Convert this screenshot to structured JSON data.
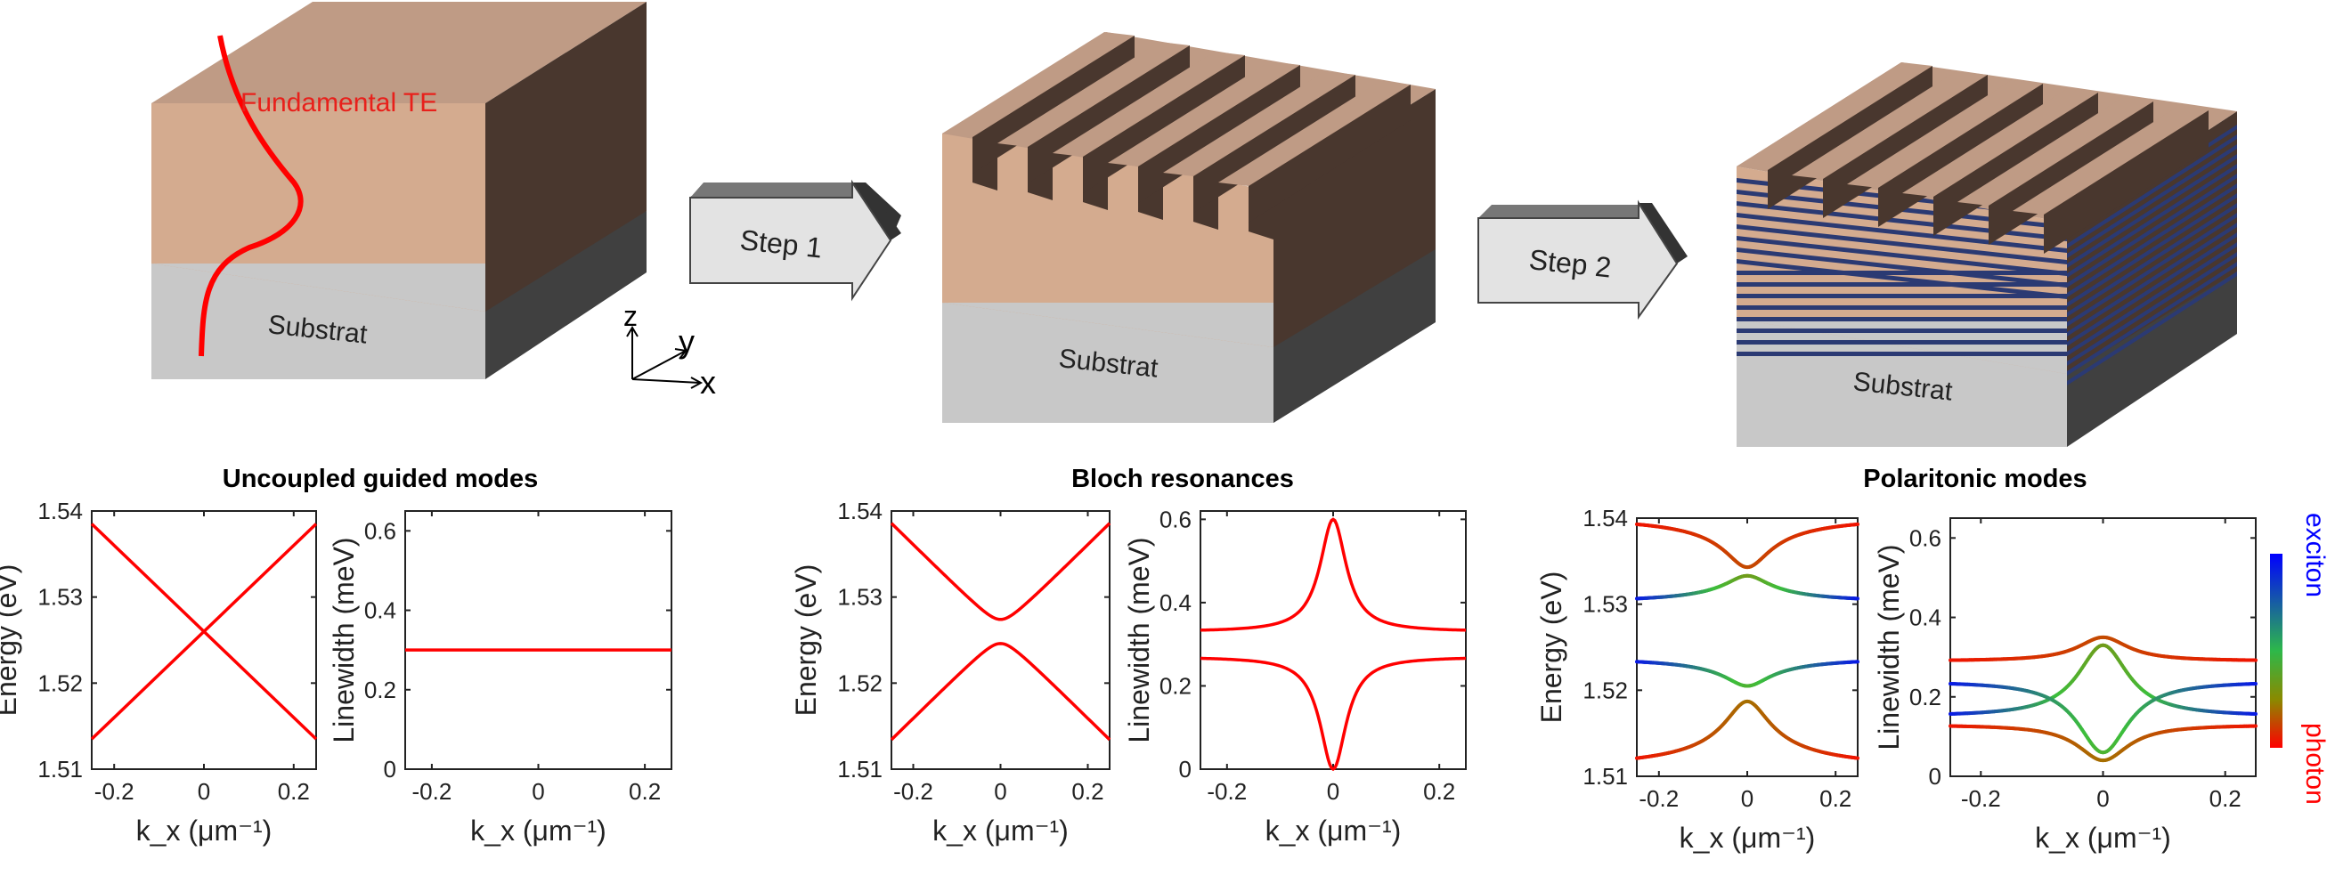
{
  "colors": {
    "slab_top": "#bf9b85",
    "slab_front": "#d4ab8f",
    "slab_side": "#49372e",
    "substrate_front": "#c8c8c8",
    "substrate_side": "#404040",
    "quantum_well": "#2b3a73",
    "arrow_face": "#e3e3e3",
    "arrow_top": "#777777",
    "arrow_side": "#333333",
    "mode_line": "#ff0000",
    "exciton": "#0000ff",
    "photon": "#ff0000"
  },
  "schematic": {
    "mode_label": "Fundamental TE",
    "substrate_label": "Substrat",
    "step1_label": "Step 1",
    "step2_label": "Step 2",
    "axis_z": "z",
    "axis_y": "y",
    "axis_x": "x"
  },
  "chart_data": [
    {
      "type": "line",
      "panel": "uncoupled-energy",
      "title": "Uncoupled  guided modes",
      "xlabel": "k_x (μm⁻¹)",
      "ylabel": "Energy (eV)",
      "xlim": [
        -0.25,
        0.25
      ],
      "ylim": [
        1.51,
        1.54
      ],
      "xticks": [
        "-0.2",
        "0",
        "0.2"
      ],
      "yticks": [
        "1.51",
        "1.52",
        "1.53",
        "1.54"
      ],
      "series": [
        {
          "kind": "uncoupled-upper",
          "x": [
            -0.25,
            0.25
          ],
          "y": [
            1.5135,
            1.5385
          ]
        },
        {
          "kind": "uncoupled-lower",
          "x": [
            -0.25,
            0.25
          ],
          "y": [
            1.5385,
            1.5135
          ]
        }
      ]
    },
    {
      "type": "line",
      "panel": "uncoupled-linewidth",
      "xlabel": "k_x (μm⁻¹)",
      "ylabel": "Linewidth (meV)",
      "xlim": [
        -0.25,
        0.25
      ],
      "ylim": [
        0,
        0.65
      ],
      "xticks": [
        "-0.2",
        "0",
        "0.2"
      ],
      "yticks": [
        "0",
        "0.2",
        "0.4",
        "0.6"
      ],
      "series": [
        {
          "kind": "flat",
          "x": [
            -0.25,
            0.25
          ],
          "y": [
            0.3,
            0.3
          ]
        }
      ]
    },
    {
      "type": "line",
      "panel": "bloch-energy",
      "title": "Bloch resonances",
      "xlabel": "k_x (μm⁻¹)",
      "ylabel": "Energy (eV)",
      "xlim": [
        -0.25,
        0.25
      ],
      "ylim": [
        1.51,
        1.54
      ],
      "xticks": [
        "-0.2",
        "0",
        "0.2"
      ],
      "yticks": [
        "1.51",
        "1.52",
        "1.53",
        "1.54"
      ],
      "series": [
        {
          "kind": "upper-branch",
          "center": 1.526,
          "slope": 0.05,
          "gap": 0.0014
        },
        {
          "kind": "lower-branch",
          "center": 1.526,
          "slope": 0.05,
          "gap": 0.0014
        }
      ]
    },
    {
      "type": "line",
      "panel": "bloch-linewidth",
      "xlabel": "k_x (μm⁻¹)",
      "ylabel": "Linewidth (meV)",
      "xlim": [
        -0.25,
        0.25
      ],
      "ylim": [
        0,
        0.62
      ],
      "xticks": [
        "-0.2",
        "0",
        "0.2"
      ],
      "yticks": [
        "0",
        "0.2",
        "0.4",
        "0.6"
      ],
      "series": [
        {
          "kind": "bright-mode",
          "peak": 0.6,
          "far": 0.33
        },
        {
          "kind": "dark-mode",
          "peak": 0.0,
          "far": 0.27
        }
      ]
    },
    {
      "type": "line",
      "panel": "polariton-energy",
      "title": "Polaritonic modes",
      "xlabel": "k_x (μm⁻¹)",
      "ylabel": "Energy (eV)",
      "xlim": [
        -0.25,
        0.25
      ],
      "ylim": [
        1.51,
        1.54
      ],
      "xticks": [
        "-0.2",
        "0",
        "0.2"
      ],
      "yticks": [
        "1.51",
        "1.52",
        "1.53",
        "1.54"
      ],
      "series": [
        {
          "kind": "polariton-1",
          "y_at_0": 1.5343,
          "y_at_edge": 1.5405
        },
        {
          "kind": "polariton-2",
          "y_at_0": 1.5333,
          "y_at_edge": 1.53
        },
        {
          "kind": "polariton-3",
          "y_at_0": 1.5205,
          "y_at_edge": 1.524
        },
        {
          "kind": "polariton-4",
          "y_at_0": 1.5187,
          "y_at_edge": 1.5105
        }
      ]
    },
    {
      "type": "line",
      "panel": "polariton-linewidth",
      "xlabel": "k_x (μm⁻¹)",
      "ylabel": "Linewidth (meV)",
      "xlim": [
        -0.25,
        0.25
      ],
      "ylim": [
        0,
        0.65
      ],
      "xticks": [
        "-0.2",
        "0",
        "0.2"
      ],
      "yticks": [
        "0",
        "0.2",
        "0.4",
        "0.6"
      ],
      "series": [
        {
          "kind": "pol-lw-1",
          "y_at_0": 0.35,
          "y_at_edge": 0.29
        },
        {
          "kind": "pol-lw-2",
          "y_at_0": 0.33,
          "y_at_edge": 0.15
        },
        {
          "kind": "pol-lw-3",
          "y_at_0": 0.06,
          "y_at_edge": 0.24
        },
        {
          "kind": "pol-lw-4",
          "y_at_0": 0.04,
          "y_at_edge": 0.13
        }
      ],
      "colorbar": {
        "top_label": "exciton",
        "bottom_label": "photon"
      }
    }
  ]
}
